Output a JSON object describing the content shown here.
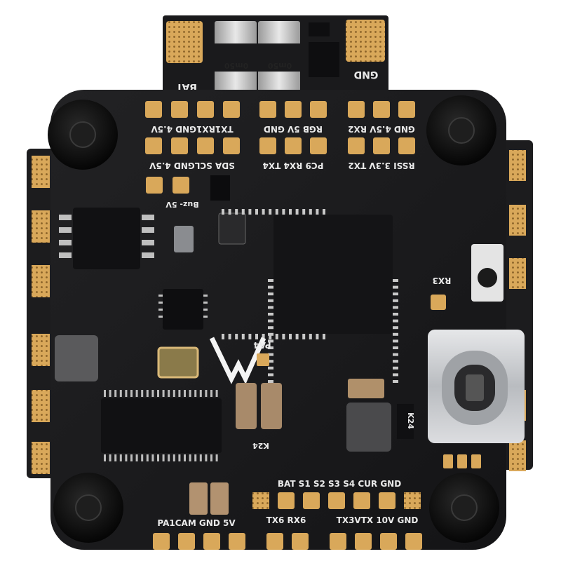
{
  "image": {
    "subject": "flight-controller-circuit-board",
    "colors": {
      "background": "#ffffff",
      "board": "#1a1a1c",
      "board_edge": "#2a2a2c",
      "pad_gold": "#d9a85a",
      "pad_gold_dark": "#b98a42",
      "silkscreen": "#e9e9e9",
      "chip": "#121214",
      "usb_metal": "#cfd1d4",
      "grommet": "#0b0b0b"
    }
  },
  "labels": {
    "top_tab_bat": "BAT",
    "top_tab_gnd": "GND",
    "shunt_left": "0m50",
    "shunt_right": "0m50",
    "row1_left": "TX1RX1GND 4.5V",
    "row1_mid": "RGB 5V GND",
    "row1_right": "GND 4.5V RX2",
    "row2_left": "SDA SCLGND 4.5V",
    "row2_mid": "PC9 RX4 TX4",
    "row2_right": "RSSI 3.3V TX2",
    "buzzer": "Buz- 5V",
    "rx3": "RX3",
    "pa4": "PA4",
    "k24_left": "K24",
    "k24_right": "K24",
    "bottom_row1": "BAT  S1   S2   S3   S4 CUR GND",
    "bottom_row2_left": "PA1CAM GND 5V",
    "bottom_row2_mid": "TX6 RX6",
    "bottom_row2_right": "TX3VTX 10V GND"
  }
}
